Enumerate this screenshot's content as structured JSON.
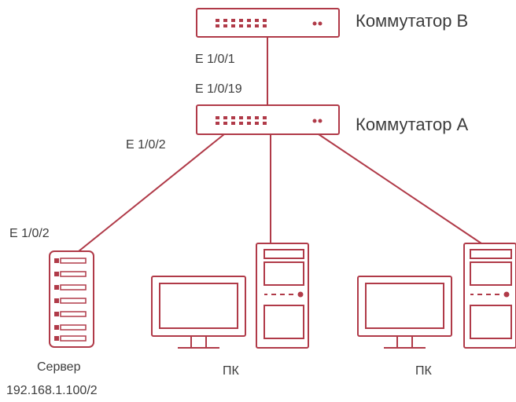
{
  "colors": {
    "device": "#b03a48",
    "link": "#b03a48",
    "text": "#3c3c3c",
    "background": "#ffffff"
  },
  "switches": [
    {
      "id": "switch-b",
      "name": "Коммутатор B",
      "icon": "network-switch-icon"
    },
    {
      "id": "switch-a",
      "name": "Коммутатор A",
      "icon": "network-switch-icon"
    }
  ],
  "ports": {
    "switch_b_uplink": "E 1/0/1",
    "switch_a_uplink": "E 1/0/19",
    "switch_a_server_port": "E 1/0/2",
    "server_port": "E 1/0/2"
  },
  "server": {
    "caption": "Сервер",
    "address": "192.168.1.100/2",
    "icon": "server-rack-icon"
  },
  "pcs": [
    {
      "caption": "ПК",
      "icons": [
        "monitor-icon",
        "tower-pc-icon"
      ]
    },
    {
      "caption": "ПК",
      "icons": [
        "monitor-icon",
        "tower-pc-icon"
      ]
    }
  ]
}
